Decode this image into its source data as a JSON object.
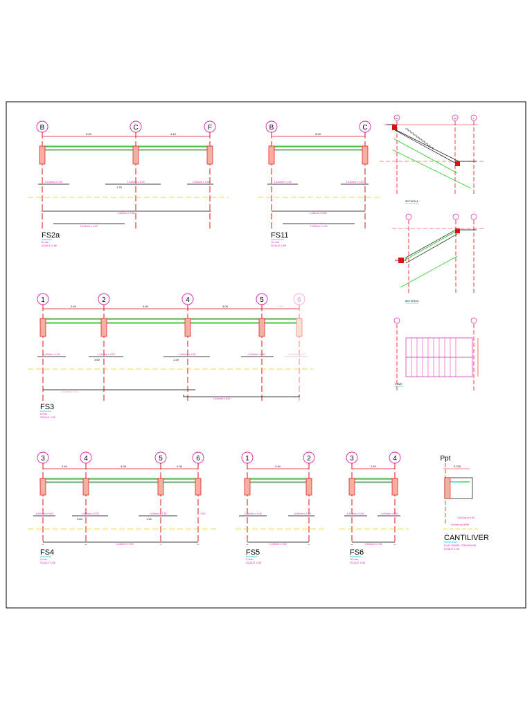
{
  "titles": {
    "fs2a": "FS2a",
    "fs11": "FS11",
    "fs3": "FS3",
    "fs4": "FS4",
    "fs5": "FS5",
    "fs6": "FS6",
    "cantilever": "CANTILIVER"
  },
  "subtitles": {
    "fs2a": [
      "6 nos",
      "SCALE 1:50"
    ],
    "fs11": [
      "10 nos",
      "SCALE 1:50"
    ],
    "fs3": [
      "6 nos",
      "SCALE 1:50"
    ],
    "fs4": [
      "2 nos",
      "SCALE 1:50"
    ],
    "fs5": [
      "2 nos",
      "SCALE 1:50"
    ],
    "fs6": [
      "10 nos",
      "SCALE 1:50"
    ],
    "cantilever": [
      "FLAT PANEL 750x200x30",
      "SCALE 1:30"
    ]
  },
  "fs2a": {
    "grids": [
      "B",
      "C",
      "F"
    ],
    "spans": [
      "5.20",
      "4.10"
    ],
    "top_bars": [
      "1 #10mm x 1.50",
      "2 #10mm x 3.00",
      "1 #10mm x 1.50"
    ],
    "top_extra": "1.75",
    "bottom_bar": "1 #10mm x 9.50",
    "slab_bar": "1 #10mm x 4.00"
  },
  "fs11": {
    "grids": [
      "B",
      "C"
    ],
    "spans": [
      "5.20"
    ],
    "top_bars": [
      "1 #10mm x 1.50",
      "1 #10mm x 1.50"
    ],
    "bottom_bar": "1 #10mm x 5.50",
    "slab_bar": "1 #10mm x 4.00"
  },
  "fs3": {
    "grids": [
      "1",
      "2",
      "4",
      "5",
      "6"
    ],
    "spans": [
      "2.40",
      "4.50",
      "4.05",
      "0.60"
    ],
    "top_bars": [
      "1 #10mm x 1.00",
      "1 #10mm x 3.00",
      "1 #10mm x 2.40",
      "1 #10mm x 1.50",
      "1 #10mm x 0.70"
    ],
    "top_extra": [
      "3.60",
      "1.20"
    ],
    "bottom_bars": [
      "1 #10mm x 9.00",
      "1 #10mm x 6.00"
    ]
  },
  "fs4": {
    "grids": [
      "3",
      "4",
      "5",
      "6"
    ],
    "spans": [
      "2.40",
      "4.05",
      "2.00"
    ],
    "top_bars": [
      "1 #10mm x 0.60",
      "1 #10mm x 2.00",
      "1 #10mm x 1.80",
      "0.60"
    ],
    "top_extra": [
      "0.60",
      "1.30"
    ],
    "bottom_bar": "1 #10mm x 9.00"
  },
  "fs5": {
    "grids": [
      "1",
      "2"
    ],
    "spans": [
      "2.40"
    ],
    "top_bars": [
      "1 #10mm x 1.00",
      "1 #10mm x 1.00"
    ],
    "bottom_bar": "1 #10mm x 3.00"
  },
  "fs6": {
    "grids": [
      "3",
      "4"
    ],
    "spans": [
      "2.40"
    ],
    "top_bars": [
      "1 #10mm x 0.60",
      "1 #10mm x 0.60"
    ],
    "bottom_bar": "1 #10mm x 2.90"
  },
  "ppt": {
    "grid": "Ppt",
    "width": "0.750",
    "bar": "1 #10mm x 0.90",
    "note": "#10mm up NEMI"
  },
  "stair": {
    "section_a": "SECTION A",
    "section_b": "SECTION B",
    "plan": "STAIR",
    "grids": [
      "A3",
      "A2",
      "L"
    ]
  },
  "colors": {
    "magenta": "#e01ab0",
    "red": "#e01010",
    "green": "#22d022",
    "yellow": "#e6d400",
    "cyan": "#10c8e0"
  }
}
